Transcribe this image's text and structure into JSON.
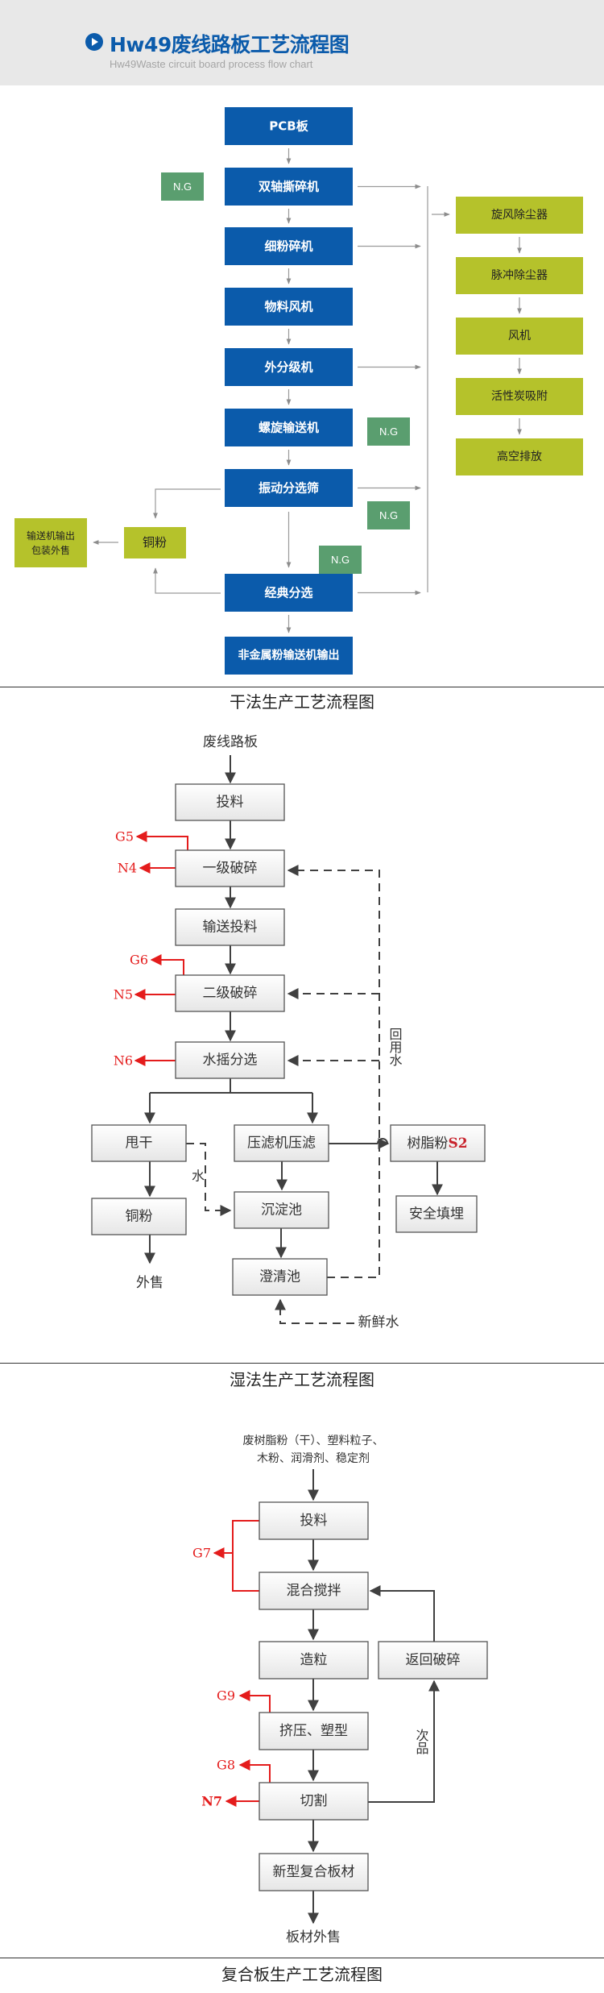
{
  "header": {
    "title": "Hw49废线路板工艺流程图",
    "subtitle": "Hw49Waste circuit board process flow chart"
  },
  "colors": {
    "blue": "#0b5bab",
    "olive": "#b5c22b",
    "ng_green": "#5a9e6f",
    "red": "#e41c1c"
  },
  "dry_process": {
    "caption": "干法生产工艺流程图",
    "main_steps": [
      "PCB板",
      "双轴撕碎机",
      "细粉碎机",
      "物料风机",
      "外分级机",
      "螺旋输送机",
      "振动分选筛",
      "经典分选",
      "非金属粉输送机输出"
    ],
    "dust_steps": [
      "旋风除尘器",
      "脉冲除尘器",
      "风机",
      "活性炭吸附",
      "高空排放"
    ],
    "ng_label": "N.G",
    "copper": "铜粉",
    "copper_out": [
      "输送机输出",
      "包装外售"
    ]
  },
  "wet_process": {
    "caption": "湿法生产工艺流程图",
    "input": "废线路板",
    "steps": [
      "投料",
      "一级破碎",
      "输送投料",
      "二级破碎",
      "水摇分选"
    ],
    "left_branch": [
      "甩干",
      "铜粉",
      "外售"
    ],
    "middle_branch": [
      "压滤机压滤",
      "沉淀池",
      "澄清池"
    ],
    "resin": "树脂粉",
    "resin_code": "S2",
    "landfill": "安全填埋",
    "emissions": [
      "G5",
      "N4",
      "G6",
      "N5",
      "N6"
    ],
    "recycle_water": "回用水",
    "water": "水",
    "fresh_water": "新鲜水"
  },
  "composite_process": {
    "caption": "复合板生产工艺流程图",
    "input_line1": "废树脂粉（干）、塑料粒子、",
    "input_line2": "木粉、润滑剂、稳定剂",
    "steps": [
      "投料",
      "混合搅拌",
      "造粒",
      "挤压、塑型",
      "切割",
      "新型复合板材"
    ],
    "return": "返回破碎",
    "defect": "次品",
    "output": "板材外售",
    "emissions": [
      "G7",
      "G9",
      "G8",
      "N7"
    ]
  }
}
